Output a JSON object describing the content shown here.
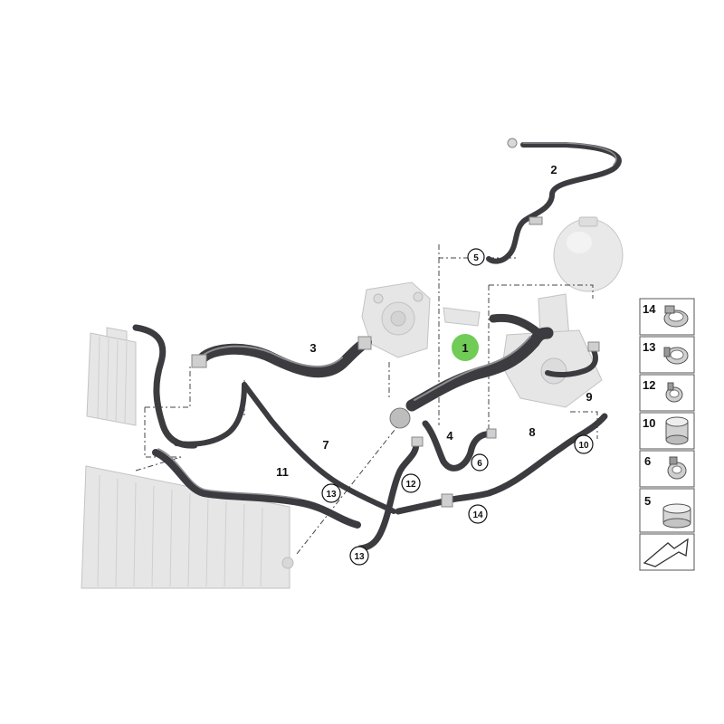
{
  "colors": {
    "hose": "#3c3c40",
    "hose_highlight": "#8d8d92",
    "ghost_part": "#e6e6e6",
    "selected_marker": "#57c23a",
    "legend_border": "#555555"
  },
  "callouts": {
    "part1": "1",
    "part2": "2",
    "part3": "3",
    "part4": "4",
    "part5": "5",
    "part6": "6",
    "part7": "7",
    "part8": "8",
    "part9": "9",
    "part10": "10",
    "part11": "11",
    "part12": "12",
    "part13a": "13",
    "part13b": "13",
    "part14": "14"
  },
  "legend": [
    {
      "number": "14",
      "icon": "hose-clamp-quick-icon"
    },
    {
      "number": "13",
      "icon": "hose-clamp-spring-icon"
    },
    {
      "number": "12",
      "icon": "hose-clamp-small-icon"
    },
    {
      "number": "10",
      "icon": "hose-clamp-wide-icon"
    },
    {
      "number": "6",
      "icon": "hose-clamp-clip-icon"
    },
    {
      "number": "5",
      "icon": "hose-clamp-band-icon"
    }
  ],
  "legend_footer_icon": "arrow-direction-icon"
}
